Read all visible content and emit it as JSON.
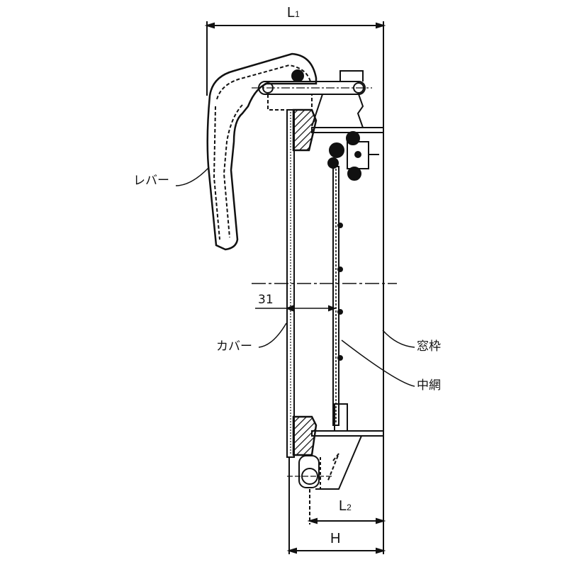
{
  "dimensions": {
    "l1": {
      "main": "L",
      "sub": "1"
    },
    "l2": {
      "main": "L",
      "sub": "2"
    },
    "h": "H",
    "offset": "31"
  },
  "callouts": {
    "lever": "レバー",
    "cover": "カバー",
    "window_frame": "窓枠",
    "middle_net": "中網"
  },
  "colors": {
    "line": "#111111",
    "background": "#ffffff"
  }
}
